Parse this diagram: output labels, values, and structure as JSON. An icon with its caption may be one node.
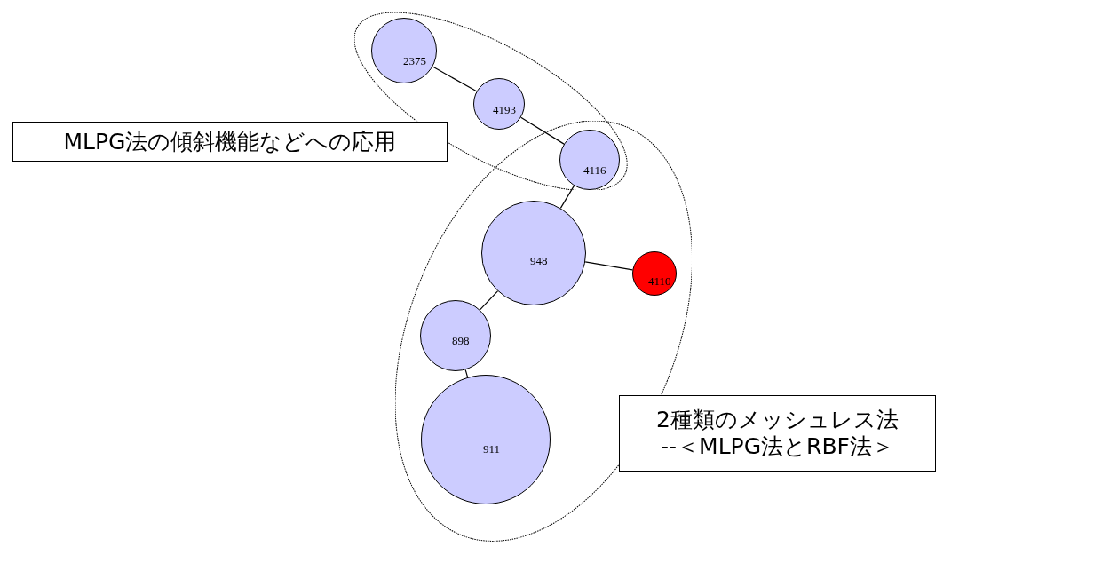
{
  "diagram": {
    "nodes": [
      {
        "text": [],
        "shape": "ellipse"
      },
      {
        "text": [],
        "shape": "ellipse"
      },
      {
        "text": [
          "MLPG法の傾斜機能などへの応用"
        ]
      },
      {
        "text": [
          "2375"
        ],
        "in": 0
      },
      {
        "text": [
          "4193"
        ],
        "in": 0
      },
      {
        "text": [
          "4116"
        ]
      },
      {
        "text": [
          "948"
        ],
        "in": 1
      },
      {
        "text": [
          "4110"
        ],
        "in": 1
      },
      {
        "text": [
          "898"
        ],
        "in": 1
      },
      {
        "text": [
          "911"
        ],
        "in": 1
      },
      {
        "text": [
          "2種類のメッシュレス法 --＜MLPG法とRBF法＞"
        ]
      }
    ],
    "edges": [
      {
        "from": 3,
        "to": 4,
        "arrow": "none"
      },
      {
        "from": 4,
        "to": 5,
        "arrow": "none"
      },
      {
        "from": 5,
        "to": 6,
        "arrow": "none"
      },
      {
        "from": 6,
        "to": 7,
        "arrow": "none",
        "color": "#000000"
      },
      {
        "from": 6,
        "to": 8,
        "arrow": "none"
      },
      {
        "from": 8,
        "to": 9,
        "arrow": "none"
      }
    ]
  }
}
